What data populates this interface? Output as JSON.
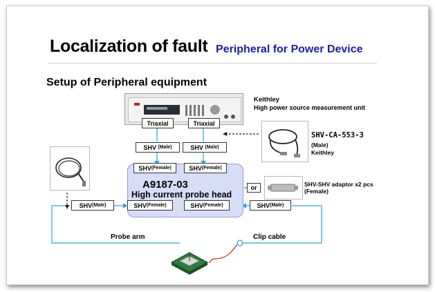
{
  "slide": {
    "title": "Localization of fault",
    "subtitle": "Peripheral for Power Device",
    "section": "Setup of Peripheral equipment"
  },
  "equipment": {
    "keithley_name": "Keithley",
    "keithley_desc": "High power source measurement unit",
    "triaxial_1": "Triaxial",
    "triaxial_2": "Triaxial",
    "shv_male": "SHV",
    "male_tag": "(Male)",
    "female_tag": "(Female)",
    "shv_female": "SHV",
    "shv_male_joined": "SHV(Male)",
    "shv_female_joined": "SHV(Female)"
  },
  "probe_head": {
    "model": "A9187-03",
    "description": "High current probe head"
  },
  "cable": {
    "model": "SHV-CA-553-3",
    "gender": "(Male)",
    "maker": "Keithley"
  },
  "adaptor": {
    "or_label": "or",
    "name": "SHV-SHV adaptor x2 pcs",
    "gender": "(Female)"
  },
  "labels": {
    "probe_arm": "Probe arm",
    "clip_cable": "Clip cable"
  },
  "colors": {
    "title": "#000000",
    "subtitle": "#1b1bb0",
    "probe_head_fill": "#d7ddf7",
    "connector_line": "#29a3e0",
    "clip_wire": "#d42020",
    "chip_green": "#2c7d3b"
  }
}
